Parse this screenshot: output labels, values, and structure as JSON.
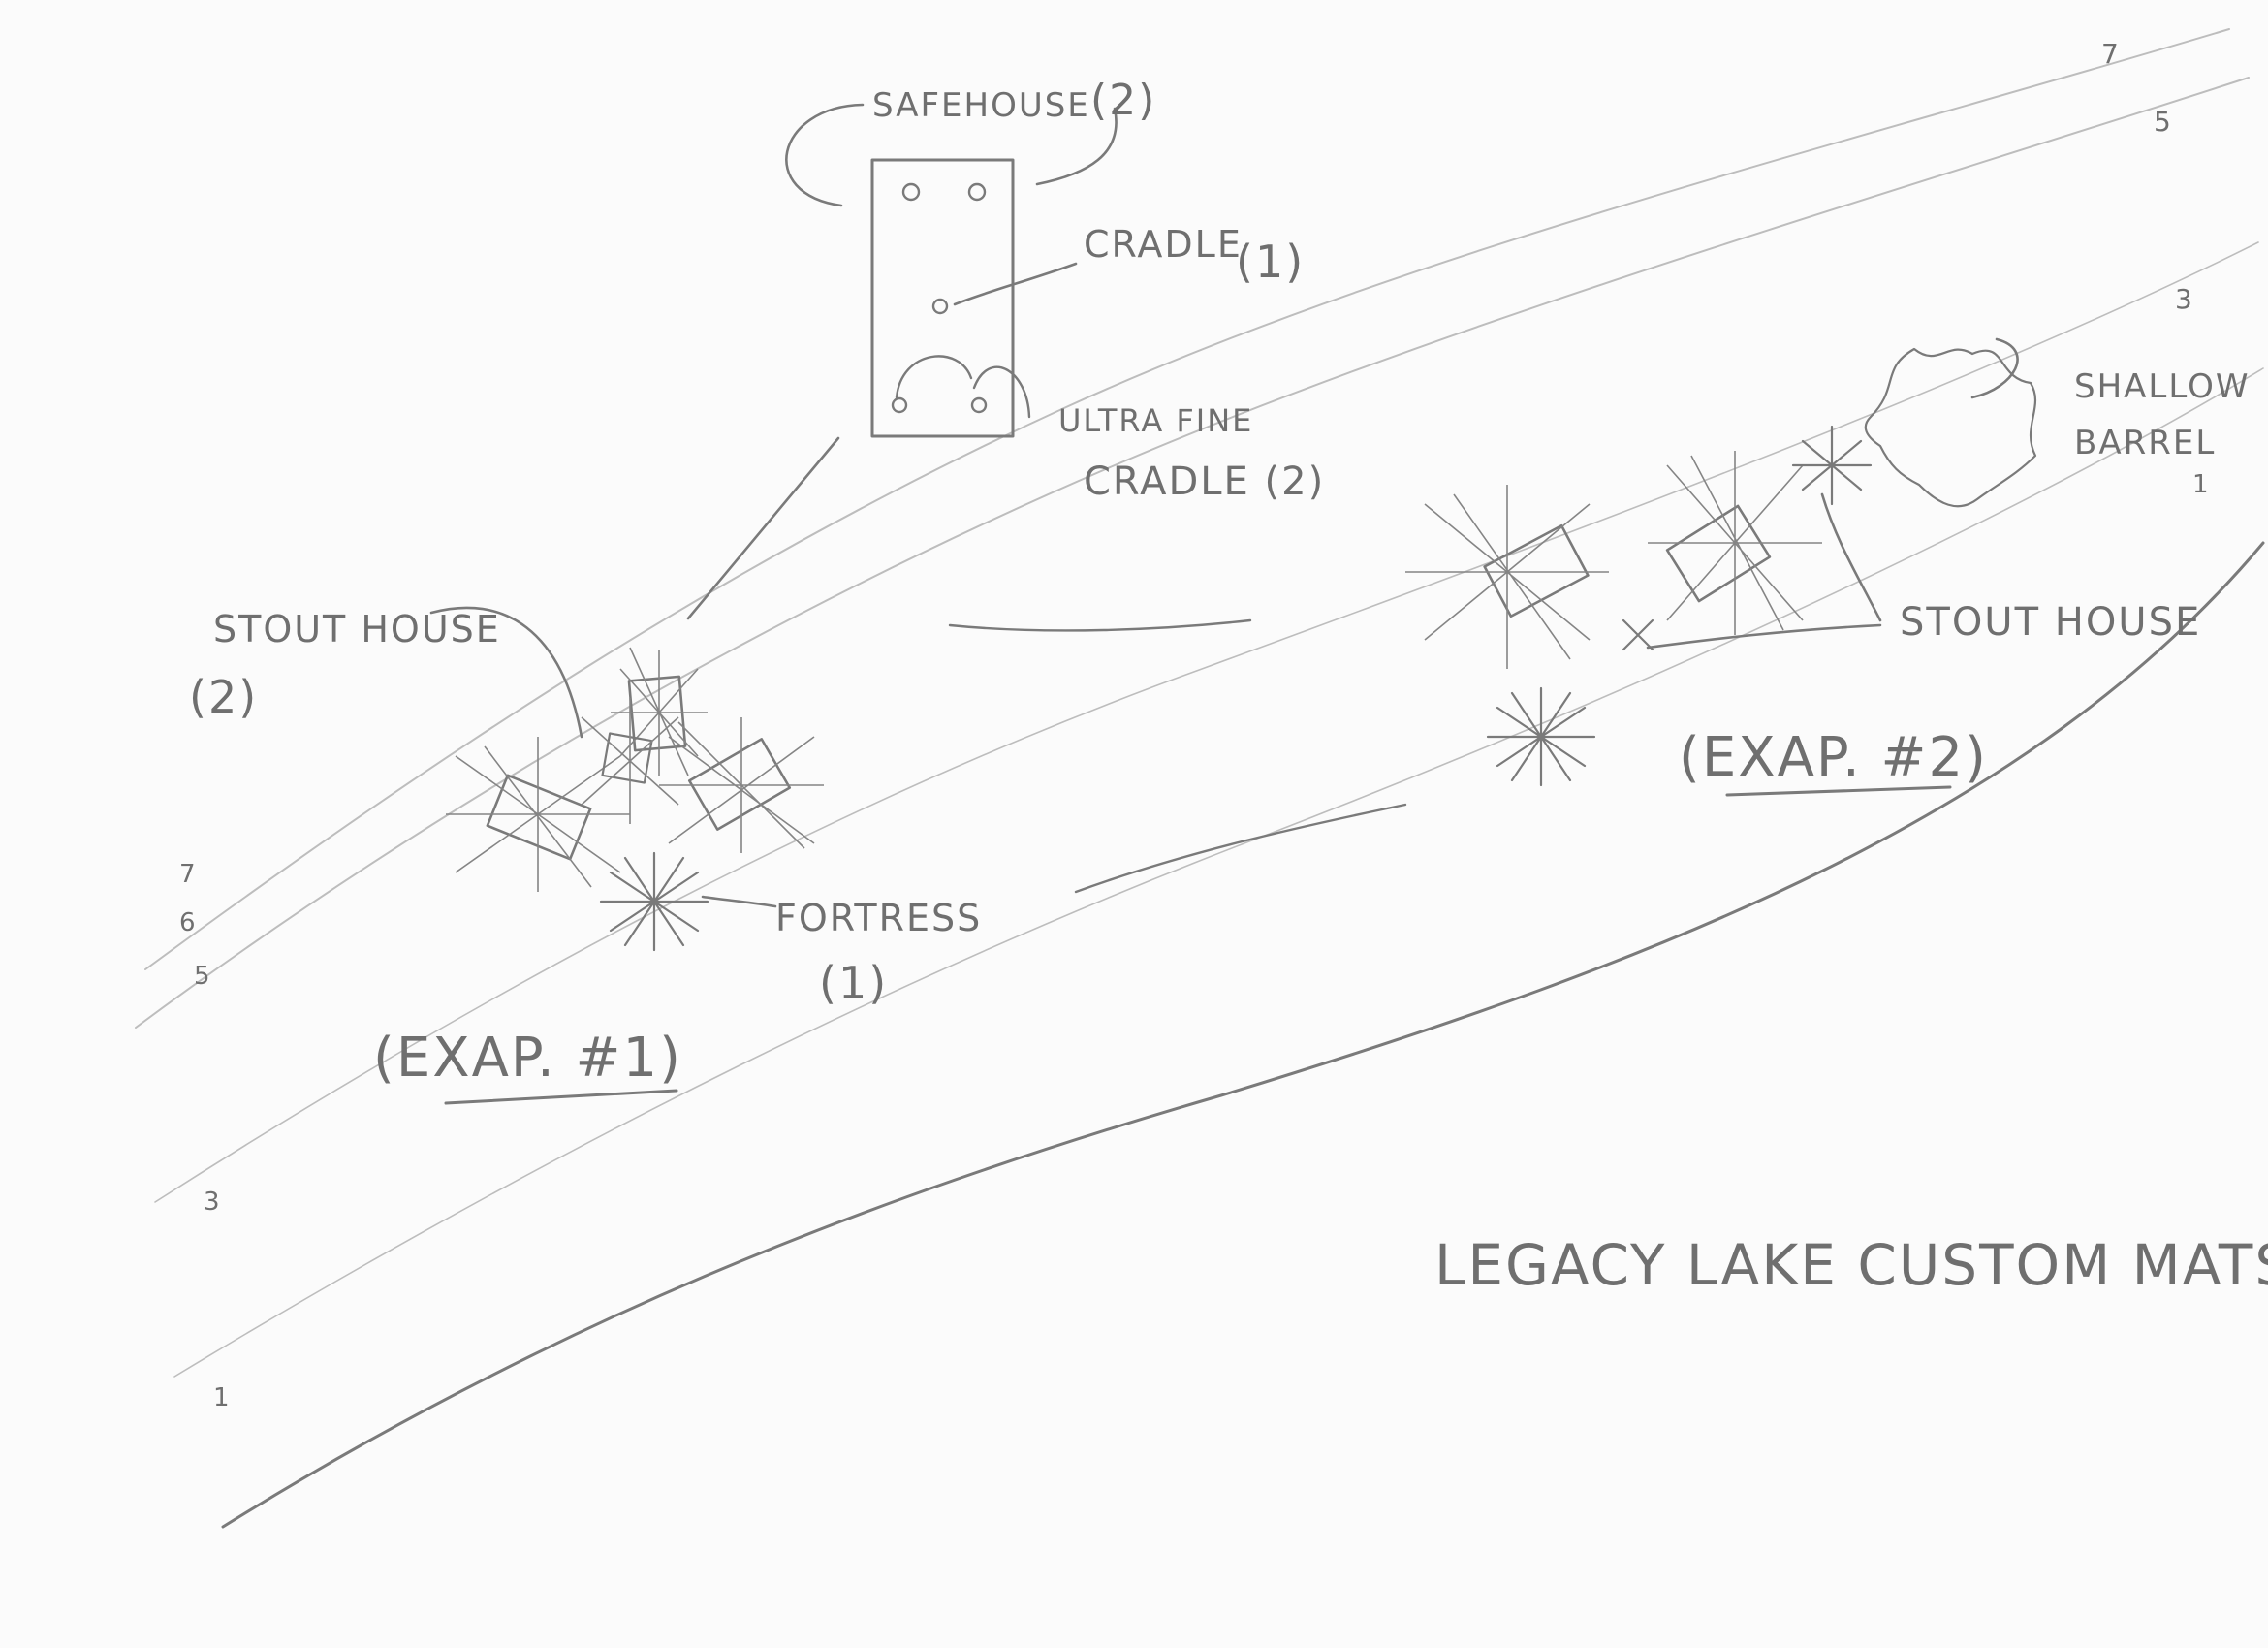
{
  "title": "LEGACY LAKE CUSTOM MATS",
  "labels": {
    "safehouse": "SAFEHOUSE",
    "safehouse_count": "(2)",
    "cradle": "CRADLE",
    "cradle_count": "(1)",
    "ultra_fine_line1": "ULTRA FINE",
    "ultra_fine_line2": "CRADLE (2)",
    "stout_house_left": "STOUT HOUSE",
    "stout_house_left_count": "(2)",
    "fortress": "FORTRESS",
    "fortress_count": "(1)",
    "expansion_1": "(EXAP. #1)",
    "stout_house_right": "STOUT HOUSE",
    "shallow_barrel_line1": "SHALLOW",
    "shallow_barrel_line2": "BARREL",
    "shallow_barrel_count": "1",
    "expansion_2": "(EXAP. #2)"
  },
  "margin_marks": {
    "right": [
      "7",
      "5",
      "3"
    ],
    "left": [
      "7",
      "6",
      "5",
      "3",
      "1"
    ]
  },
  "colors": {
    "paper": "#fbfbfb",
    "pencil": "#7a7a7a",
    "faint_pencil": "#bdbdbd"
  }
}
